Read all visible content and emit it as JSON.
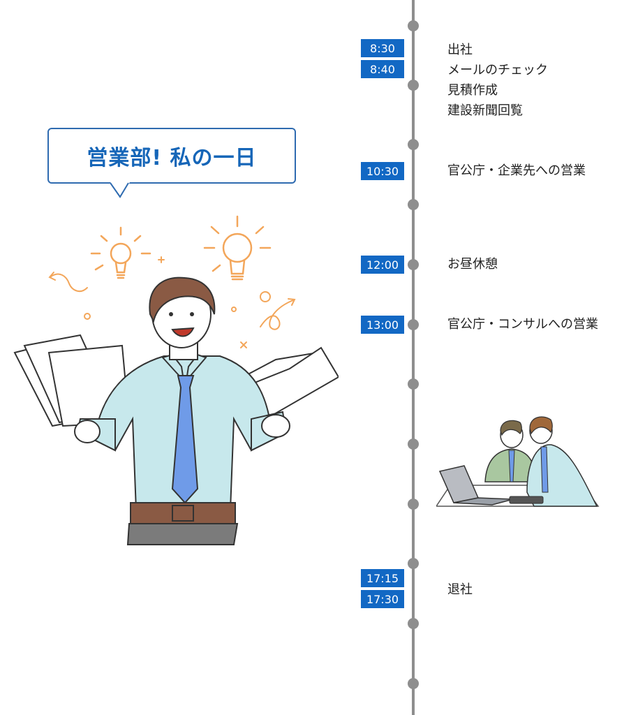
{
  "heading": {
    "title": "営業部! 私の一日"
  },
  "schedule": {
    "morning": {
      "times": [
        "8:30",
        "8:40"
      ],
      "events": [
        "出社",
        "メールのチェック",
        "見積作成",
        "建設新聞回覧"
      ]
    },
    "sales1": {
      "time": "10:30",
      "event": "官公庁・企業先への営業"
    },
    "lunch": {
      "time": "12:00",
      "event": "お昼休憩"
    },
    "sales2": {
      "time": "13:00",
      "event": "官公庁・コンサルへの営業"
    },
    "leave": {
      "times": [
        "17:15",
        "17:30"
      ],
      "event": "退社"
    }
  },
  "icons": {
    "main_illustration": "businessman-holding-papers-illustration",
    "meeting_illustration": "colleagues-at-laptop-illustration"
  },
  "colors": {
    "accent": "#1268c4",
    "bubble_border": "#2f6bb0",
    "timeline": "#8e8e8e",
    "bulb": "#f3a65a"
  }
}
